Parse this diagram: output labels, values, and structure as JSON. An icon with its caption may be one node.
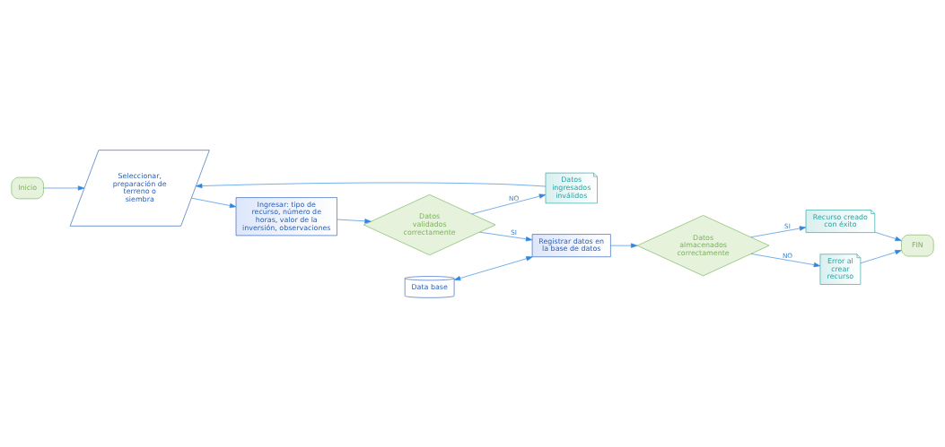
{
  "diagram": {
    "nodes": [
      {
        "text": [
          "Inicio"
        ]
      },
      {
        "text": [
          "Seleccionar, preparación de terreno o siembra"
        ]
      },
      {
        "text": [
          "Ingresar: tipo de recurso, número de horas, valor de la inversión, observaciones"
        ]
      },
      {
        "text": [
          "Datos validados correctamente"
        ]
      },
      {
        "text": [
          "Recurso creado con éxito"
        ]
      },
      {
        "text": [
          "Datos ingresados inválidos"
        ]
      },
      {
        "text": [
          "FIN"
        ]
      },
      {
        "text": [
          "Registrar datos en la base de datos"
        ]
      },
      {
        "text": [
          "Datos almacenados correctamente"
        ]
      },
      {
        "text": [
          "Error al crear recurso"
        ]
      },
      {
        "text": [
          "Data base"
        ]
      }
    ],
    "edges": [
      {
        "from": 0,
        "to": 1,
        "arrow": "to"
      },
      {
        "from": 1,
        "to": 2,
        "arrow": "to"
      },
      {
        "from": 2,
        "to": 3,
        "arrow": "to"
      },
      {
        "from": 3,
        "to": 5,
        "arrow": "to",
        "label": "NO"
      },
      {
        "from": 5,
        "to": 1,
        "arrow": "to"
      },
      {
        "from": 3,
        "to": 7,
        "arrow": "to",
        "label": "SI"
      },
      {
        "from": 7,
        "to": 8,
        "arrow": "to"
      },
      {
        "from": 8,
        "to": 4,
        "arrow": "to",
        "label": "SI"
      },
      {
        "from": 4,
        "to": 6,
        "arrow": "to"
      },
      {
        "from": 8,
        "to": 9,
        "arrow": "to",
        "label": "NO"
      },
      {
        "from": 9,
        "to": 6,
        "arrow": "to"
      },
      {
        "from": 10,
        "to": 7,
        "arrow": "both"
      }
    ]
  }
}
